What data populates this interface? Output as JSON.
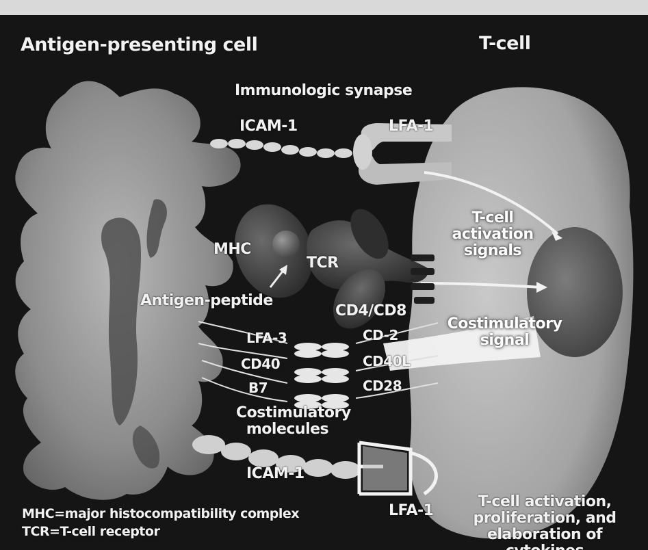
{
  "header": {
    "left_title": "Antigen-presenting cell",
    "right_title": "T-cell"
  },
  "labels": {
    "synapse": "Immunologic synapse",
    "icam1_top": "ICAM-1",
    "lfa1_top": "LFA-1",
    "mhc": "MHC",
    "tcr": "TCR",
    "antigen_peptide": "Antigen-peptide",
    "cd4_cd8": "CD4/CD8",
    "tcell_activation_signals": "T-cell activation signals",
    "costimulatory_signal": "Costimulatory signal",
    "lfa3": "LFA-3",
    "cd2": "CD-2",
    "cd40": "CD40",
    "cd40l": "CD40L",
    "b7": "B7",
    "cd28": "CD28",
    "costimulatory_molecules": "Costimulatory molecules",
    "icam1_bottom": "ICAM-1",
    "lfa1_bottom": "LFA-1",
    "outcome": "T-cell activation, proliferation, and elaboration of cytokines"
  },
  "legend": {
    "mhc_def": "MHC=major histocompatibility complex",
    "tcr_def": "TCR=T-cell receptor"
  },
  "colors": {
    "background": "#151515",
    "apc_cell": "#9a9a9a",
    "t_cell": "#b5b5b5",
    "text": "#f2f2f2"
  }
}
